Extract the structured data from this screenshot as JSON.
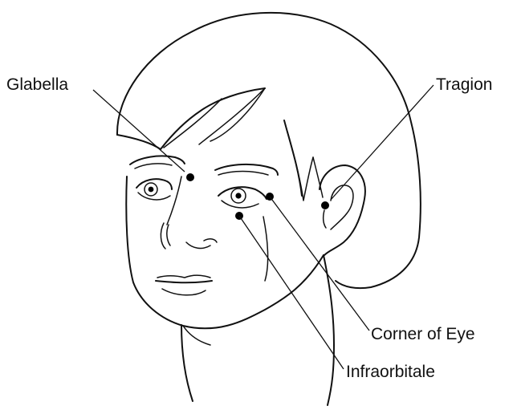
{
  "landmarks": [
    {
      "id": "glabella",
      "label": "Glabella"
    },
    {
      "id": "tragion",
      "label": "Tragion"
    },
    {
      "id": "corner-of-eye",
      "label": "Corner of Eye"
    },
    {
      "id": "infraorbitale",
      "label": "Infraorbitale"
    }
  ],
  "colors": {
    "line": "#111111",
    "dot": "#000000",
    "background": "#ffffff"
  }
}
